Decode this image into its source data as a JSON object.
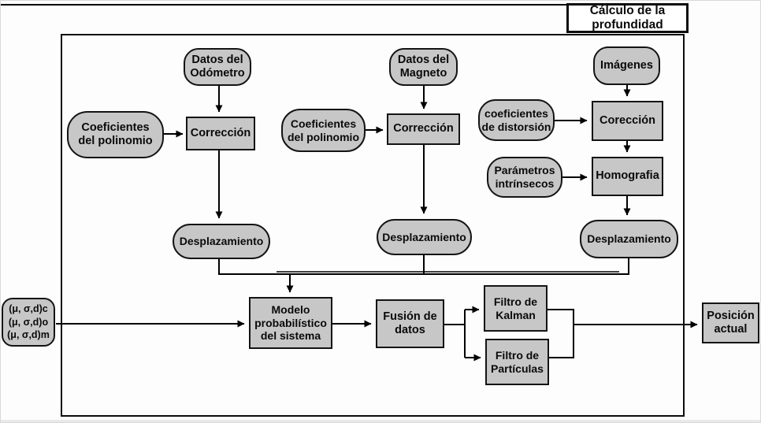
{
  "colors": {
    "node_fill": "#c7c7c7",
    "node_border": "#141414",
    "line": "#000000",
    "background": "#fdfdfd"
  },
  "title_box": {
    "label": "Cálculo de la\nprofundidad"
  },
  "nodes": {
    "odometer_data": {
      "label": "Datos del\nOdómetro",
      "shape": "rounded"
    },
    "poly_coeff_left": {
      "label": "Coeficientes\ndel polinomio",
      "shape": "rounded"
    },
    "correction_left": {
      "label": "Corrección",
      "shape": "rect"
    },
    "magneto_data": {
      "label": "Datos del\nMagneto",
      "shape": "rounded"
    },
    "poly_coeff_mid": {
      "label": "Coeficientes\ndel polinomio",
      "shape": "rounded"
    },
    "correction_mid": {
      "label": "Corrección",
      "shape": "rect"
    },
    "images": {
      "label": "Imágenes",
      "shape": "rounded"
    },
    "distortion_coeff": {
      "label": "coeficientes\nde distorsión",
      "shape": "rounded"
    },
    "correction_right": {
      "label": "Corección",
      "shape": "rect"
    },
    "intrinsic_params": {
      "label": "Parámetros\nintrínsecos",
      "shape": "rounded"
    },
    "homography": {
      "label": "Homografia",
      "shape": "rect"
    },
    "displacement_left": {
      "label": "Desplazamiento",
      "shape": "rounded"
    },
    "displacement_mid": {
      "label": "Desplazamiento",
      "shape": "rounded"
    },
    "displacement_right": {
      "label": "Desplazamiento",
      "shape": "rounded"
    },
    "state_vectors": {
      "label": "(μ, σ,d)c\n(μ, σ,d)o\n(μ, σ,d)m",
      "shape": "rounded"
    },
    "prob_model": {
      "label": "Modelo\nprobabilístico\ndel sistema",
      "shape": "rect"
    },
    "data_fusion": {
      "label": "Fusión de\ndatos",
      "shape": "rect"
    },
    "kalman_filter": {
      "label": "Filtro de\nKalman",
      "shape": "rect"
    },
    "particle_filter": {
      "label": "Filtro de\nPartículas",
      "shape": "rect"
    },
    "current_position": {
      "label": "Posición\nactual",
      "shape": "rect"
    }
  },
  "edges": [
    {
      "from": "odometer_data",
      "to": "correction_left"
    },
    {
      "from": "poly_coeff_left",
      "to": "correction_left"
    },
    {
      "from": "correction_left",
      "to": "displacement_left"
    },
    {
      "from": "magneto_data",
      "to": "correction_mid"
    },
    {
      "from": "poly_coeff_mid",
      "to": "correction_mid"
    },
    {
      "from": "correction_mid",
      "to": "displacement_mid"
    },
    {
      "from": "images",
      "to": "correction_right"
    },
    {
      "from": "distortion_coeff",
      "to": "correction_right"
    },
    {
      "from": "correction_right",
      "to": "homography"
    },
    {
      "from": "intrinsic_params",
      "to": "homography"
    },
    {
      "from": "homography",
      "to": "displacement_right"
    },
    {
      "from": "displacement_left",
      "to": "prob_model"
    },
    {
      "from": "displacement_mid",
      "to": "prob_model"
    },
    {
      "from": "displacement_right",
      "to": "prob_model"
    },
    {
      "from": "state_vectors",
      "to": "prob_model"
    },
    {
      "from": "prob_model",
      "to": "data_fusion"
    },
    {
      "from": "data_fusion",
      "to": "kalman_filter"
    },
    {
      "from": "data_fusion",
      "to": "particle_filter"
    },
    {
      "from": "kalman_filter",
      "to": "current_position"
    },
    {
      "from": "particle_filter",
      "to": "current_position"
    }
  ]
}
